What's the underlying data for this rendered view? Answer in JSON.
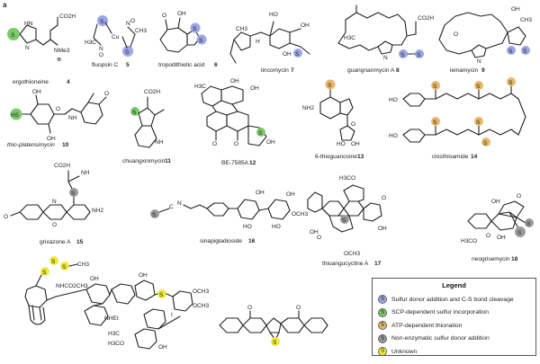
{
  "figure": {
    "panel_label": "a"
  },
  "sulfur_symbol": "S",
  "atoms": {
    "n": "N",
    "o": "O",
    "h": "H",
    "nh": "NH",
    "nh2": "NH2",
    "oh": "OH",
    "co2h": "CO2H",
    "nme3": "NMe3",
    "plus": "⊕",
    "cu": "Cu",
    "ch3": "CH3",
    "h3c": "H3C",
    "och3": "OCH3",
    "h3co": "H3CO",
    "ho": "HO",
    "sh": "HS",
    "hn": "HN",
    "nhet": "NHEt",
    "nhco2ch3": "NHCO2CH3",
    "c": "C",
    "i": "I"
  },
  "compounds": [
    {
      "id": "4",
      "name": "ergothioneine",
      "label_style": "plain",
      "color": "#7cc96a"
    },
    {
      "id": "5",
      "name": "fluopsin C",
      "label_style": "plain",
      "color": "#9aa6e6"
    },
    {
      "id": "6",
      "name": "tropodithietic acid",
      "label_style": "plain",
      "color": "#9aa6e6"
    },
    {
      "id": "7",
      "name": "lincomycin",
      "label_style": "plain",
      "color": "#9aa6e6"
    },
    {
      "id": "8",
      "name": "guangnanmycin A",
      "label_style": "plain",
      "color": "#9aa6e6"
    },
    {
      "id": "9",
      "name": "leinamycin",
      "label_style": "plain",
      "color": "#9aa6e6"
    },
    {
      "id": "10",
      "name": "thio-platensimycin",
      "label_style": "italic-prefix",
      "color": "#7cc96a"
    },
    {
      "id": "11",
      "name": "chuangxinmycin",
      "label_style": "plain",
      "color": "#7cc96a"
    },
    {
      "id": "12",
      "name": "BE-7585A",
      "label_style": "plain",
      "color": "#7cc96a"
    },
    {
      "id": "13",
      "name": "6-thioguanosine",
      "label_style": "plain",
      "color": "#e8b86a"
    },
    {
      "id": "14",
      "name": "closthioamide",
      "label_style": "plain",
      "color": "#e8b86a"
    },
    {
      "id": "15",
      "name": "grixazone A",
      "label_style": "plain",
      "color": "#9a9a9a"
    },
    {
      "id": "16",
      "name": "sinapigladioside",
      "label_style": "plain",
      "color": "#9a9a9a"
    },
    {
      "id": "17",
      "name": "thioangucycline A",
      "label_style": "plain",
      "color": "#9a9a9a"
    },
    {
      "id": "18",
      "name": "neogrisemycin",
      "label_style": "plain",
      "color": "#9a9a9a"
    }
  ],
  "legend": {
    "title": "Legend",
    "items": [
      {
        "label": "Sulfur donor addition and C-S bond cleavage",
        "color": "#9aa6e6"
      },
      {
        "label": "SCP-dependent sulfur incorporation",
        "color": "#7cc96a"
      },
      {
        "label": "ATP-dependent thionation",
        "color": "#e8b86a"
      },
      {
        "label": "Non-enzymatic sulfur donor addition",
        "color": "#9a9a9a"
      },
      {
        "label": "Unknown",
        "color": "#f0ea3a"
      }
    ]
  },
  "colors": {
    "bond": "#222222",
    "unknown_yellow": "#f0ea3a"
  }
}
